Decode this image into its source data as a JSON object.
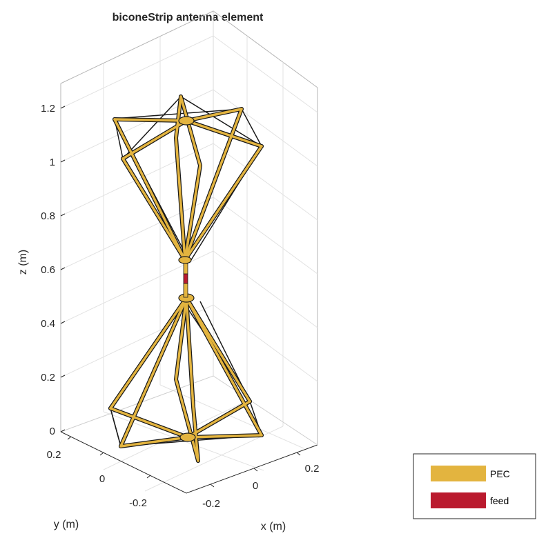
{
  "figure": {
    "title": "biconeStrip antenna element"
  },
  "chart_data": {
    "type": "3d-surface",
    "title": "biconeStrip antenna element",
    "xlabel": "x (m)",
    "ylabel": "y (m)",
    "zlabel": "z (m)",
    "x_ticks": [
      "-0.2",
      "0",
      "0.2"
    ],
    "y_ticks": [
      "0.2",
      "0",
      "-0.2"
    ],
    "z_ticks": [
      "1.2",
      "1",
      "0.8",
      "0.6",
      "0.4",
      "0.2",
      "0"
    ],
    "legend": [
      {
        "label": "PEC",
        "color": "#e3b43f"
      },
      {
        "label": "feed",
        "color": "#ba1a2e"
      }
    ],
    "legend_position": "bottom-right",
    "grid": true,
    "colors": {
      "metal": "#e3b43f",
      "feed": "#ba1a2e",
      "edge": "#1a1a1a",
      "grid": "#e2e2e2",
      "axis": "#262626"
    }
  }
}
